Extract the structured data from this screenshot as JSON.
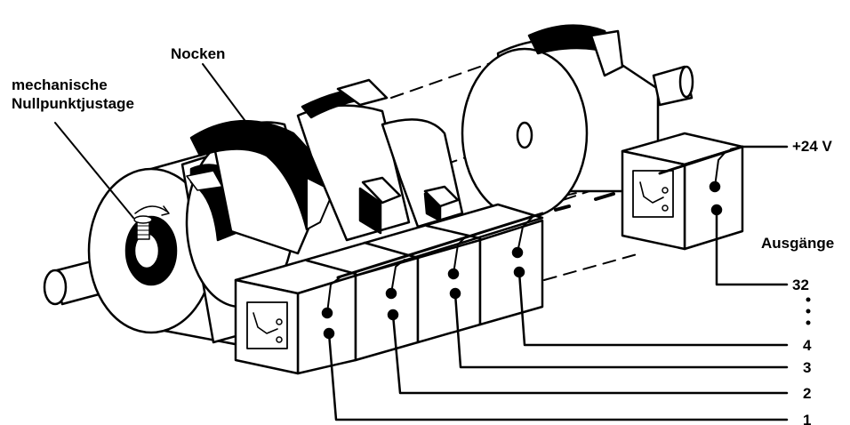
{
  "labels": {
    "nocken": "Nocken",
    "mechanisch_line1": "mechanische",
    "mechanisch_line2": "Nullpunktjustage",
    "supply": "+24 V",
    "ausgaenge": "Ausgänge",
    "out_32": "32",
    "out_4": "4",
    "out_3": "3",
    "out_2": "2",
    "out_1": "1"
  },
  "colors": {
    "ink": "#000000",
    "paper": "#ffffff"
  }
}
